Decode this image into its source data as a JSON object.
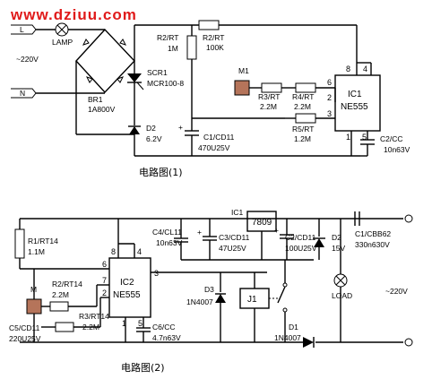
{
  "watermark": "www.dziuu.com",
  "circuit1": {
    "caption": "电路图(1)",
    "terminal_l": "L",
    "terminal_n": "N",
    "lamp": "LAMP",
    "supply": "~220V",
    "bridge": [
      "BR1",
      "1A800V"
    ],
    "scr": [
      "SCR1",
      "MCR100-8"
    ],
    "d2": [
      "D2",
      "6.2V"
    ],
    "c1": [
      "C1/CD11",
      "470U25V"
    ],
    "r2a": [
      "R2/RT",
      "1M"
    ],
    "r2b": [
      "R2/RT",
      "100K"
    ],
    "m1": "M1",
    "r3": [
      "R3/RT",
      "2.2M"
    ],
    "r4": [
      "R4/RT",
      "2.2M"
    ],
    "r5": [
      "R5/RT",
      "1.2M"
    ],
    "ic1": [
      "IC1",
      "NE555"
    ],
    "c2": [
      "C2/CC",
      "10n63V"
    ],
    "pins": [
      "8",
      "4",
      "6",
      "2",
      "3",
      "1",
      "5"
    ]
  },
  "circuit2": {
    "caption": "电路图(2)",
    "r1": [
      "R1/RT14",
      "1.1M"
    ],
    "m": "M",
    "r2": [
      "R2/RT14",
      "2.2M"
    ],
    "r3": [
      "R3/RT14",
      "2.2M"
    ],
    "c5": [
      "C5/CD11",
      "220U25V"
    ],
    "ic2": [
      "IC2",
      "NE555"
    ],
    "c6": [
      "C6/CC",
      "4.7n63V"
    ],
    "c4": [
      "C4/CL11",
      "10n63V"
    ],
    "ic1": "IC1",
    "reg": "7809",
    "c3": [
      "C3/CD11",
      "47U25V"
    ],
    "c2": [
      "C2/CD11",
      "100U25V"
    ],
    "d2": [
      "D2",
      "15V"
    ],
    "c1": [
      "C1/CBB62",
      "330n630V"
    ],
    "d3": [
      "D3",
      "1N4007"
    ],
    "j1": "J1",
    "d1": [
      "D1",
      "1N4007"
    ],
    "load": "LOAD",
    "supply": "~220V",
    "pins": [
      "8",
      "4",
      "6",
      "7",
      "3",
      "2",
      "1",
      "5"
    ]
  }
}
